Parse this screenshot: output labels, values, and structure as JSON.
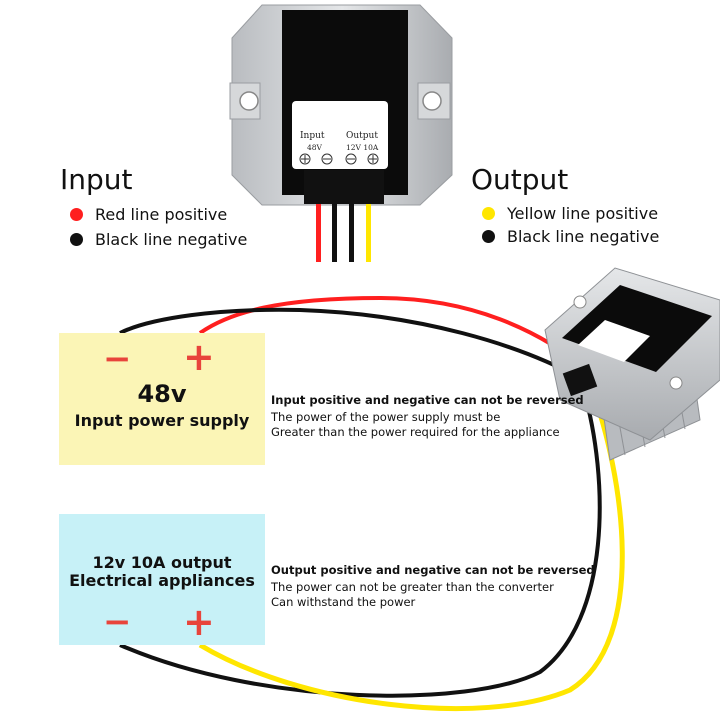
{
  "module_label": {
    "input_title": "Input",
    "input_value": "48V",
    "output_title": "Output",
    "output_value": "12V 10A"
  },
  "input_legend": {
    "title": "Input",
    "items": [
      {
        "text": "Red line positive",
        "color": "#ff1f1f"
      },
      {
        "text": "Black line negative",
        "color": "#111111"
      }
    ]
  },
  "output_legend": {
    "title": "Output",
    "items": [
      {
        "text": "Yellow line positive",
        "color": "#ffe600"
      },
      {
        "text": "Black line negative",
        "color": "#111111"
      }
    ]
  },
  "input_box": {
    "minus": "−",
    "plus": "+",
    "voltage": "48v",
    "label": "Input power supply",
    "color": "#fbf5b6"
  },
  "output_box": {
    "line1": "12v 10A output",
    "line2": "Electrical appliances",
    "minus": "−",
    "plus": "+",
    "color": "#c7f1f7"
  },
  "input_note": {
    "heading": "Input positive and negative can not be reversed",
    "line1": "The power of the power supply must be",
    "line2": "Greater than the power required for the appliance"
  },
  "output_note": {
    "heading": "Output positive and negative can not be reversed",
    "line1": "The power can not be greater than the converter",
    "line2": "Can withstand the power"
  },
  "wire_colors": {
    "red": "#ff1f1f",
    "black": "#111111",
    "yellow": "#ffe600"
  }
}
